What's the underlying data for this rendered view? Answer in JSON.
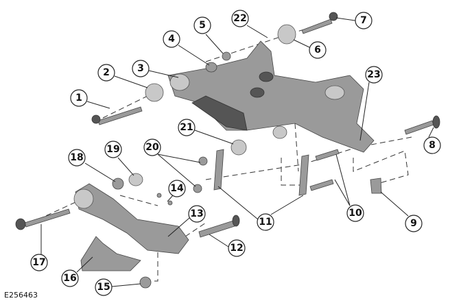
{
  "diagram": {
    "reference_code": "E256463",
    "callouts": [
      "1",
      "2",
      "3",
      "4",
      "5",
      "6",
      "7",
      "8",
      "9",
      "10",
      "11",
      "12",
      "13",
      "14",
      "15",
      "16",
      "17",
      "18",
      "19",
      "20",
      "21",
      "22",
      "23"
    ]
  }
}
